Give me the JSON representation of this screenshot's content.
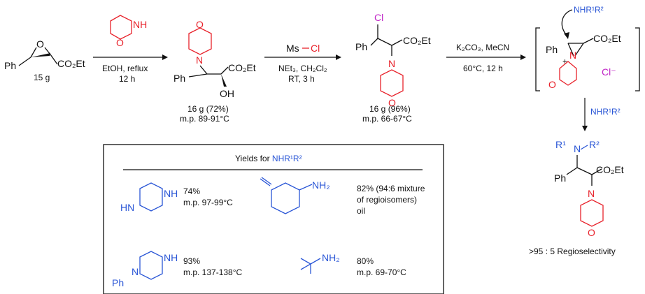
{
  "colors": {
    "amine": "#2a56d6",
    "morpholine": "#e8222b",
    "chloride": "#c026c6"
  },
  "start": {
    "ph": "Ph",
    "ester": "CO₂Et",
    "o": "O",
    "amount": "15 g"
  },
  "step1": {
    "reagent_nh": "NH",
    "reagent_o": "O",
    "cond1": "EtOH, reflux",
    "cond2": "12 h"
  },
  "int1": {
    "o": "O",
    "n": "N",
    "ph": "Ph",
    "ester": "CO₂Et",
    "oh": "OH",
    "yield": "16 g (72%)",
    "mp": "m.p. 89-91°C"
  },
  "step2": {
    "ms": "Ms",
    "cl": "Cl",
    "cond1": "NEt₃, CH₂Cl₂",
    "cond2": "RT, 3 h"
  },
  "int2": {
    "cl": "Cl",
    "ph": "Ph",
    "ester": "CO₂Et",
    "n": "N",
    "o": "O",
    "yield": "16 g (96%)",
    "mp": "m.p. 66-67°C"
  },
  "step3": {
    "cond1": "K₂CO₃, MeCN",
    "cond2": "60°C, 12 h"
  },
  "aziridinium": {
    "nu": "NHR¹R²",
    "ph": "Ph",
    "n": "N",
    "plus": "+",
    "o": "O",
    "ester": "CO₂Et",
    "cl": "Cl⁻"
  },
  "step4": {
    "reagent": "NHR¹R²"
  },
  "product": {
    "r1": "R¹",
    "n1": "N",
    "r2": "R²",
    "ph": "Ph",
    "ester": "CO₂Et",
    "n2": "N",
    "o": "O",
    "selectivity": ">95 : 5  Regioselectivity"
  },
  "yields_box": {
    "title_prefix": "Yields for ",
    "title_reagent": "NHR¹R²",
    "items": [
      {
        "labels": [
          "NH",
          "HN"
        ],
        "yield": "74%",
        "note": "m.p. 97-99°C"
      },
      {
        "labels": [
          "NH₂"
        ],
        "yield": "82% (94:6 mixture",
        "note": "of regioisomers)",
        "note2": "oil"
      },
      {
        "labels": [
          "NH",
          "N",
          "Ph"
        ],
        "yield": "93%",
        "note": "m.p. 137-138°C"
      },
      {
        "labels": [
          "NH₂"
        ],
        "yield": "80%",
        "note": "m.p. 69-70°C"
      }
    ]
  }
}
